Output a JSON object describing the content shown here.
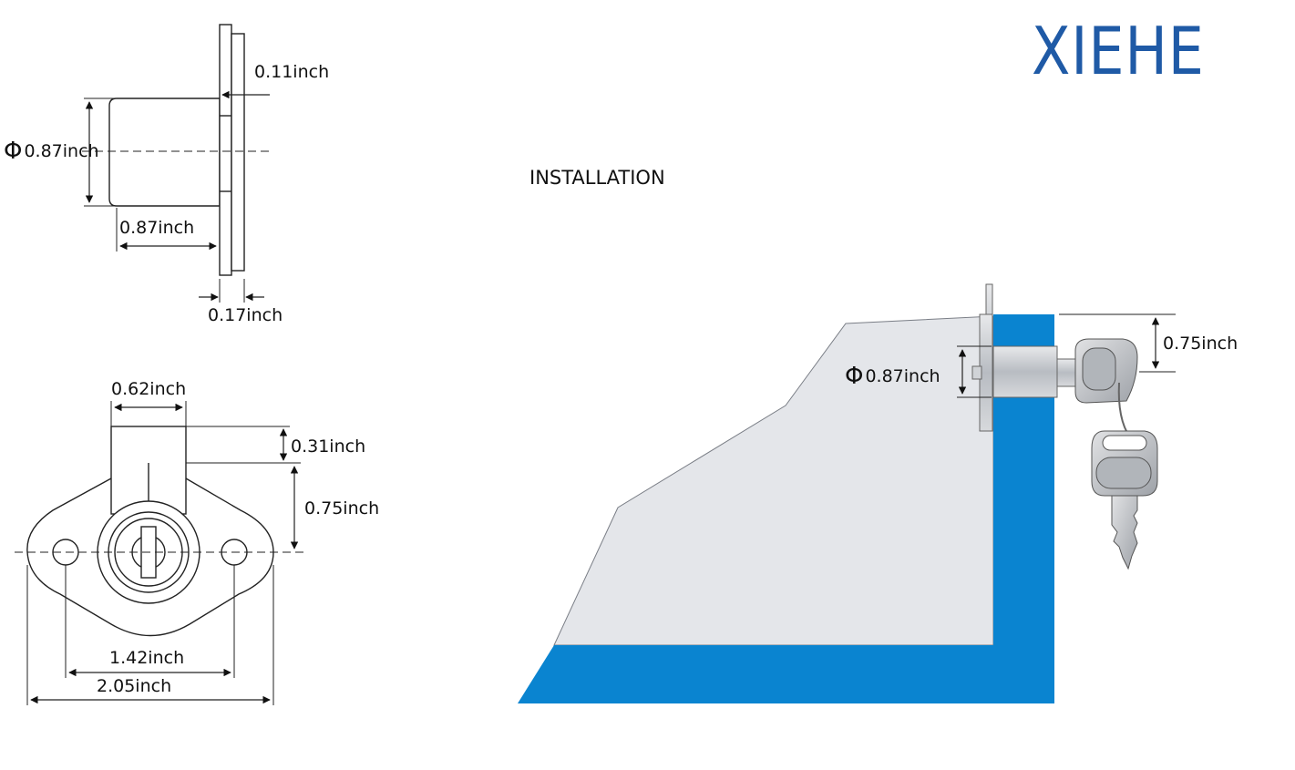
{
  "brand": "XIEHE",
  "heading": "INSTALLATION",
  "side_view": {
    "plate_thickness": "0.11inch",
    "diameter_symbol": "Φ",
    "diameter": "0.87inch",
    "body_length": "0.87inch",
    "flange_thickness": "0.17inch"
  },
  "front_view": {
    "bolt_width": "0.62inch",
    "bolt_height": "0.31inch",
    "center_to_bolt": "0.75inch",
    "hole_spacing": "1.42inch",
    "overall_width": "2.05inch"
  },
  "installation": {
    "diameter_symbol": "Φ",
    "diameter": "0.87inch",
    "offset": "0.75inch"
  },
  "colors": {
    "brand": "#1f5aa6",
    "panel_blue": "#0a84d0",
    "panel_grey": "#e4e6ea",
    "metal": "#c9ccd1"
  }
}
